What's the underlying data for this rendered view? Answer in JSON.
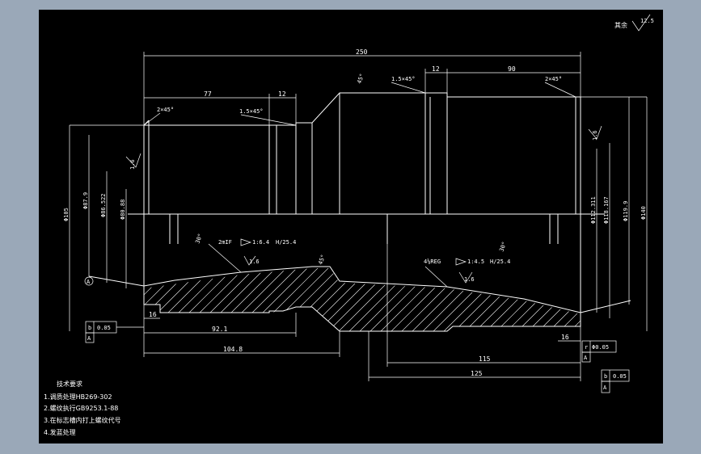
{
  "roughness": {
    "label": "其余",
    "value": "12.5"
  },
  "dimensions": {
    "overall_length": "250",
    "d77": "77",
    "d12_left": "12",
    "d12_right": "12",
    "d90": "90",
    "d16_left": "16",
    "d16_right": "16",
    "d92_1": "92.1",
    "d104_8": "104.8",
    "d115": "115",
    "d125": "125",
    "dia105": "Φ105",
    "dia87_9": "Φ87.9",
    "dia86_522": "Φ86.522",
    "dia80_88": "Φ80.88",
    "dia112_311": "Φ112.311",
    "dia118_167": "Φ118.167",
    "dia119_9": "Φ119.9",
    "dia140": "Φ140"
  },
  "chamfers": {
    "c2x45_left": "2×45°",
    "c1_5x45_left": "1.5×45°",
    "c1_5x45_right": "1.5×45°",
    "c2x45_right": "2×45°"
  },
  "angles": {
    "a45_top": "45°",
    "a30_left": "30°",
    "a45_mid": "45°",
    "a30_right": "30°"
  },
  "surface_finish": {
    "sf_left": "1.6",
    "sf_right": "1.6",
    "sf_mid_left": "1.6",
    "sf_mid_right": "1.6"
  },
  "threads": {
    "left": {
      "spec": "2mIF",
      "taper": "1:6.4",
      "ratio": "H/25.4"
    },
    "right": {
      "spec": "4⅛REG",
      "taper": "1:4.5",
      "ratio": "H/25.4"
    }
  },
  "datums": {
    "datum_a_circle": "A",
    "tol_left": {
      "symbol": "b",
      "value": "0.05",
      "datum": "A"
    },
    "tol_right1": {
      "symbol": "r",
      "value": "Φ0.05",
      "datum": "A"
    },
    "tol_right2": {
      "symbol": "b",
      "value": "0.05",
      "datum": "A"
    }
  },
  "tech_notes": {
    "title": "技术要求",
    "items": [
      "1.调质处理HB269-302",
      "2.螺纹执行GB9253.1-88",
      "3.在标志槽内打上螺纹代号",
      "4.发蓝处理"
    ]
  }
}
